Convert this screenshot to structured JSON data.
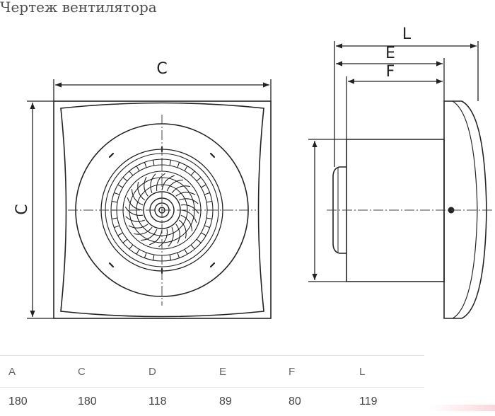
{
  "title": "Чертеж вентилятора",
  "labels": {
    "front_width": "C",
    "front_height": "C",
    "side_total": "L",
    "side_e": "E",
    "side_f": "F"
  },
  "table": {
    "headers": [
      "A",
      "C",
      "D",
      "E",
      "F",
      "L"
    ],
    "values": [
      "180",
      "180",
      "118",
      "89",
      "80",
      "119"
    ]
  },
  "colors": {
    "line": "#222222",
    "dash": "#444444",
    "accent": "#f7d9dd"
  }
}
